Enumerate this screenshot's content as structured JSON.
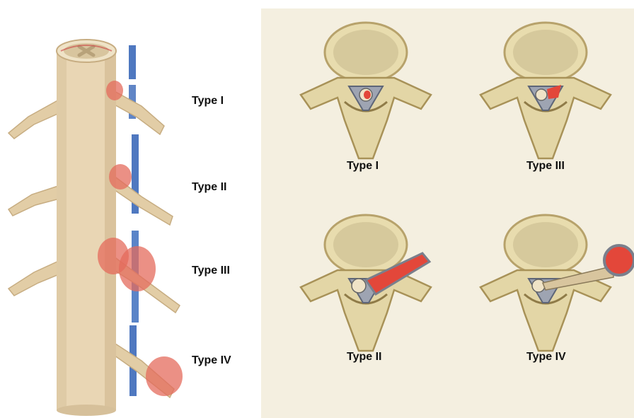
{
  "left_panel": {
    "labels": [
      "Type I",
      "Type II",
      "Type III",
      "Type IV"
    ]
  },
  "right_panel": {
    "labels": {
      "top_left": "Type I",
      "top_right": "Type III",
      "bottom_left": "Type II",
      "bottom_right": "Type IV"
    }
  },
  "colors": {
    "cord": "#e9d6b4",
    "cord_shadow": "#cdb48a",
    "dura_line": "#4f78c0",
    "cyst": "#e46b5c",
    "bone": "#e3d6a6",
    "bone_dark": "#b7a26b",
    "panel_bg": "#f4efe0"
  }
}
